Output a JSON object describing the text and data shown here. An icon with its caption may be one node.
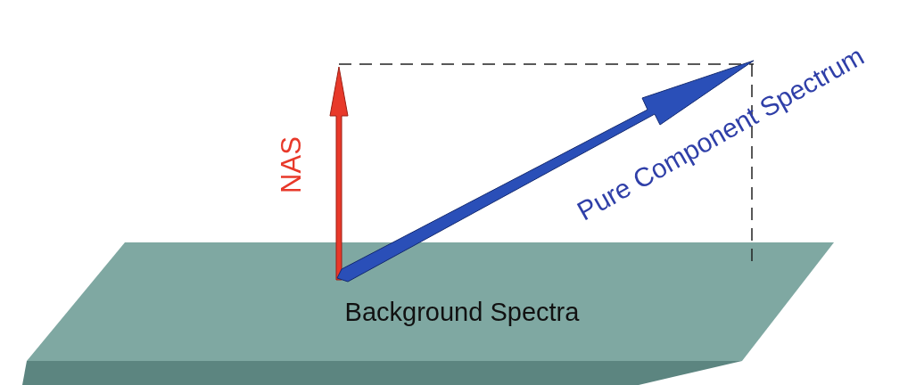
{
  "diagram": {
    "nodes": [
      {
        "text": [
          "Background Spectra"
        ]
      }
    ],
    "labels": [
      "NAS",
      "Pure Component Spectrum"
    ]
  }
}
